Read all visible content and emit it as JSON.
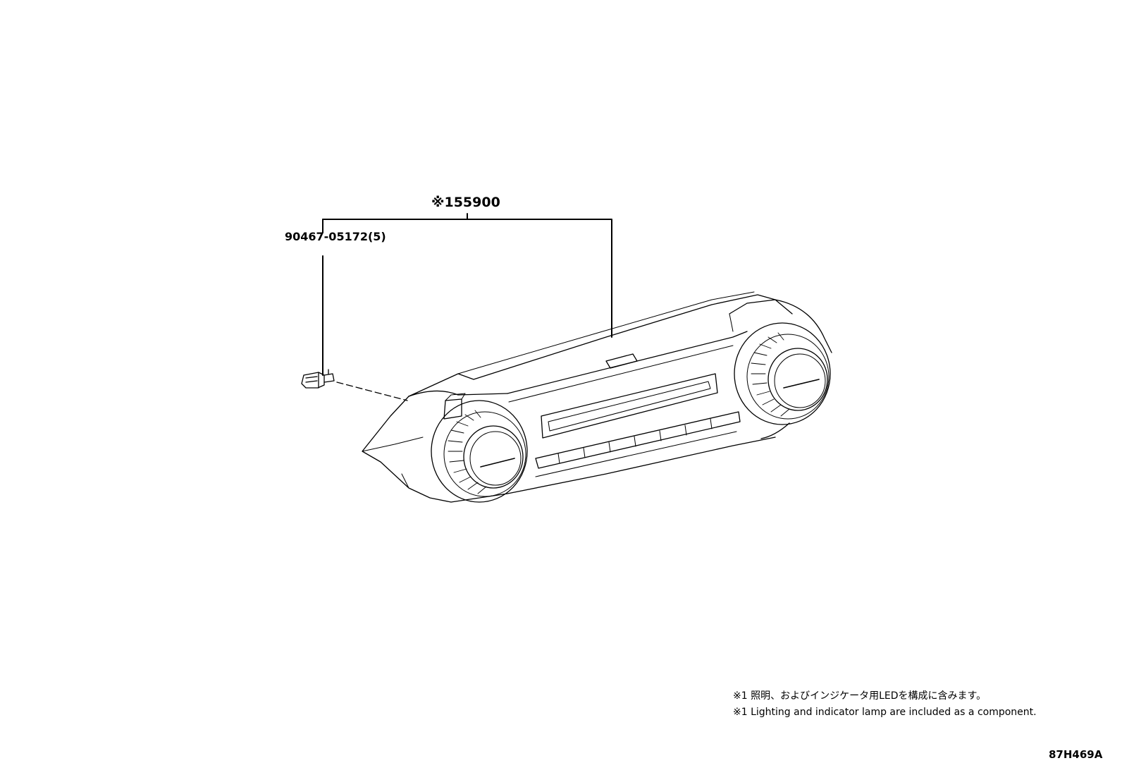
{
  "parts": {
    "main_unit": {
      "number": "※155900"
    },
    "clip": {
      "number": "90467-05172(5)"
    }
  },
  "notes": {
    "ja": "※1 照明、およびインジケータ用LEDを構成に含みます。",
    "en": "※1 Lighting and indicator lamp are included as a component."
  },
  "illustration_code": "87H469A",
  "colors": {
    "line": "#000000",
    "background": "#ffffff"
  }
}
